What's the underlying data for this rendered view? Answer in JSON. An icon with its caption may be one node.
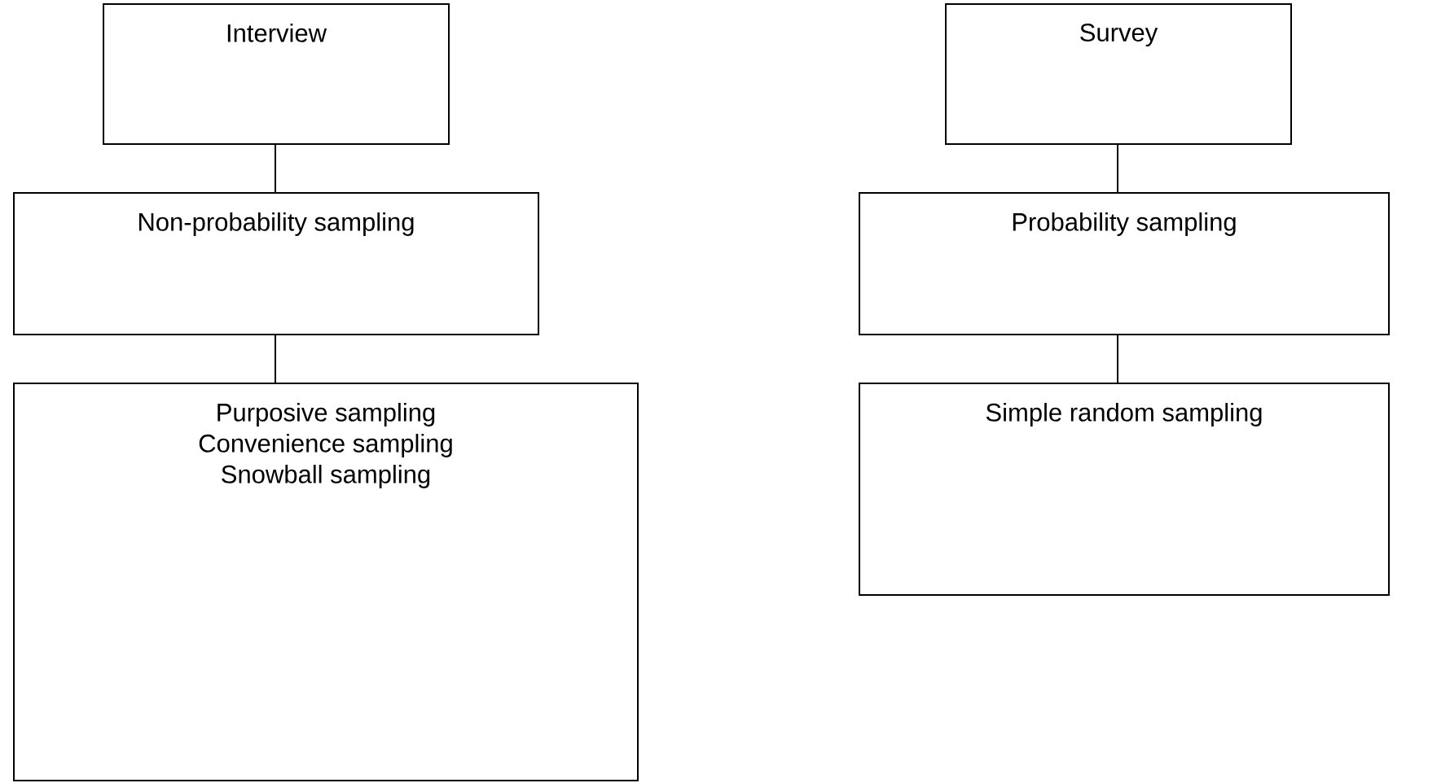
{
  "diagram": {
    "nodes": [
      {
        "text": [
          "Interview"
        ]
      },
      {
        "text": [
          "Non-probability sampling"
        ]
      },
      {
        "text": [
          "Purposive sampling Convenience sampling Snowball sampling"
        ]
      },
      {
        "text": [
          "Survey"
        ]
      },
      {
        "text": [
          "Probability sampling"
        ]
      },
      {
        "text": [
          "Simple random sampling"
        ]
      }
    ],
    "edges": [
      {
        "from": 0,
        "to": 1,
        "arrow": "none"
      },
      {
        "from": 1,
        "to": 2,
        "arrow": "none"
      },
      {
        "from": 3,
        "to": 4,
        "arrow": "none"
      },
      {
        "from": 4,
        "to": 5,
        "arrow": "none"
      }
    ]
  }
}
